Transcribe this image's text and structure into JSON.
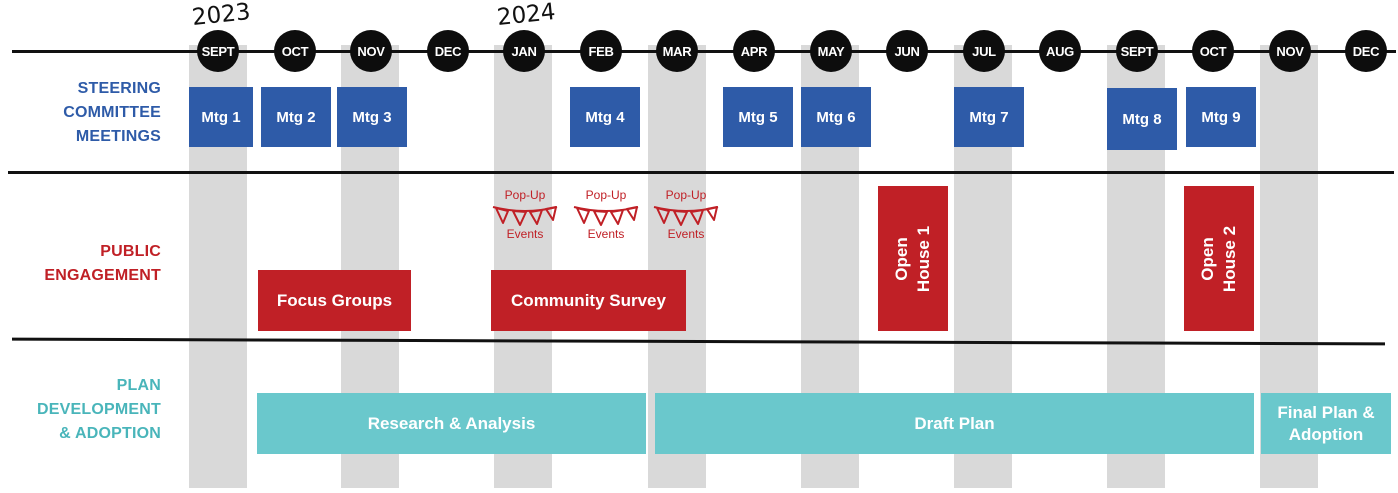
{
  "years": [
    "2023",
    "2024"
  ],
  "months": [
    "SEPT",
    "OCT",
    "NOV",
    "DEC",
    "JAN",
    "FEB",
    "MAR",
    "APR",
    "MAY",
    "JUN",
    "JUL",
    "AUG",
    "SEPT",
    "OCT",
    "NOV",
    "DEC"
  ],
  "rows": {
    "steering": [
      "STEERING",
      "COMMITTEE",
      "MEETINGS"
    ],
    "public": [
      "PUBLIC",
      "ENGAGEMENT"
    ],
    "plan": [
      "PLAN",
      "DEVELOPMENT",
      "& ADOPTION"
    ]
  },
  "meetings": [
    "Mtg 1",
    "Mtg 2",
    "Mtg 3",
    "Mtg 4",
    "Mtg 5",
    "Mtg 6",
    "Mtg 7",
    "Mtg 8",
    "Mtg 9"
  ],
  "engagement": {
    "focus_groups": "Focus Groups",
    "community_survey": "Community Survey",
    "popup_top": "Pop-Up",
    "popup_bottom": "Events",
    "open_house_1": [
      "Open",
      "House 1"
    ],
    "open_house_2": [
      "Open",
      "House 2"
    ]
  },
  "plan": {
    "research": "Research & Analysis",
    "draft": "Draft Plan",
    "final": [
      "Final Plan &",
      "Adoption"
    ]
  },
  "colors": {
    "steering": "#2e5ba8",
    "engagement": "#c02026",
    "plan": "#6ac8cc",
    "stripe": "#d9d9d9",
    "month_badge": "#0d0d0d"
  }
}
